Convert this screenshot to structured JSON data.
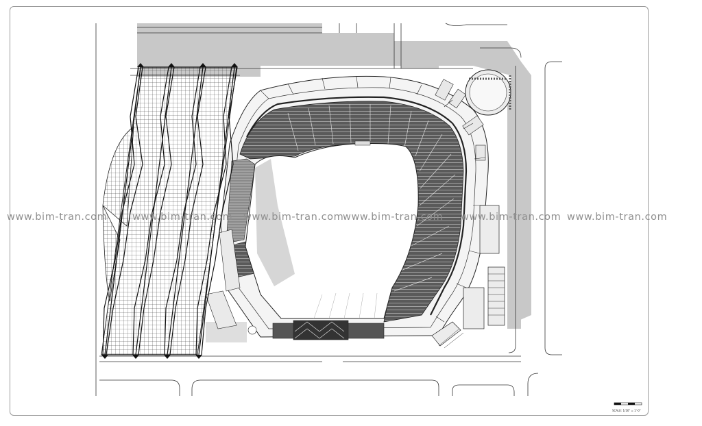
{
  "watermarks": [
    "www.bim-tran.com",
    "www.bim-tran.com",
    "www.bim-tran.com",
    "www.bim-tran.com",
    "www.bim-tran.com",
    "www.bim-tran.com"
  ],
  "scale_bar": {
    "label": "SCALE: 1/16\" = 1'-0\""
  },
  "colors": {
    "shadow": "#c8c8c8",
    "line": "#222222",
    "field": "#ffffff",
    "border": "#9a9a9a",
    "watermark": "#8f8f8f"
  },
  "elements": [
    "site-border",
    "shadow-areas",
    "roof-canopy",
    "trusses",
    "seating-bowl",
    "playing-field",
    "rotunda",
    "streets",
    "scale-bar"
  ]
}
